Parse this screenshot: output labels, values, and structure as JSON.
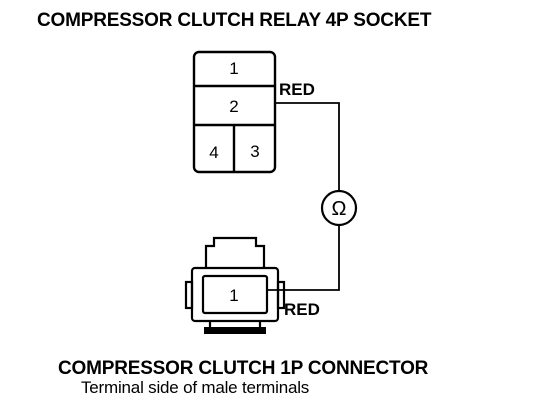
{
  "relay_socket": {
    "title": "COMPRESSOR CLUTCH RELAY 4P SOCKET",
    "terminals": [
      "1",
      "2",
      "3",
      "4"
    ]
  },
  "connector": {
    "title": "COMPRESSOR CLUTCH 1P CONNECTOR",
    "subtitle": "Terminal side of male terminals",
    "terminal": "1"
  },
  "wires": {
    "top_color": "RED",
    "bottom_color": "RED"
  },
  "meter": {
    "symbol": "Ω"
  }
}
